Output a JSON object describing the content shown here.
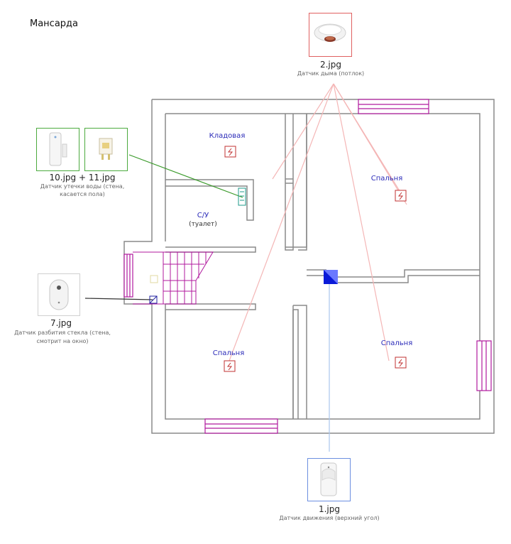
{
  "title": "Мансарда",
  "devices": {
    "smoke": {
      "file": "2.jpg",
      "desc": "Датчик дыма (потлок)"
    },
    "water": {
      "file": "10.jpg + 11.jpg",
      "desc_line1": "Датчик утечки воды (стена,",
      "desc_line2": "касается пола)"
    },
    "glass": {
      "file": "7.jpg",
      "desc_line1": "Датчик разбития стекла (стена,",
      "desc_line2": "смотрит на окно)"
    },
    "motion": {
      "file": "1.jpg",
      "desc": "Датчик движения (верхний угол)"
    }
  },
  "rooms": {
    "storage": "Кладовая",
    "wc": "С/У",
    "wc_sub": "(туалет)",
    "bedroom_ne": "Спальня",
    "bedroom_se": "Спальня",
    "bedroom_sw": "Спальня"
  },
  "colors": {
    "wall": "#8a8a8a",
    "window": "#b0199e",
    "smoke_link": "#f4b6b6",
    "water_link": "#3a9a2a",
    "motion_link": "#a9c6ec",
    "smoke_frame": "#e06060",
    "water_frame": "#4caa3e",
    "motion_frame": "#6c8fe0",
    "room_label": "#2a2ab8"
  }
}
